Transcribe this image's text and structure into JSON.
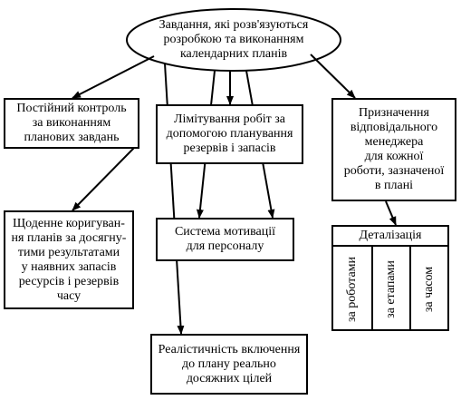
{
  "root": "Завдання, які розв'язуються\nрозробкою та виконанням\nкалендарних планів",
  "boxes": {
    "control": "Постійний контроль\nза виконанням\nпланових завдань",
    "correction": "Щоденне коригуван-\nня планів за досягну-\nтими результатами\nу наявних запасів\nресурсів і резервів\nчасу",
    "limiting": "Лімітування робіт за\nдопомогою планування\nрезервів і запасів",
    "motivation": "Система мотивації\nдля персоналу",
    "realistic": "Реалістичність включення\nдо плану реально\nдосяжних цілей",
    "manager": "Призначення\nвідповідального\nменеджера\nдля кожної\nроботи, зазначеної\nв плані"
  },
  "detail": {
    "title": "Деталізація",
    "columns": [
      "за роботами",
      "за етапами",
      "за часом"
    ]
  }
}
